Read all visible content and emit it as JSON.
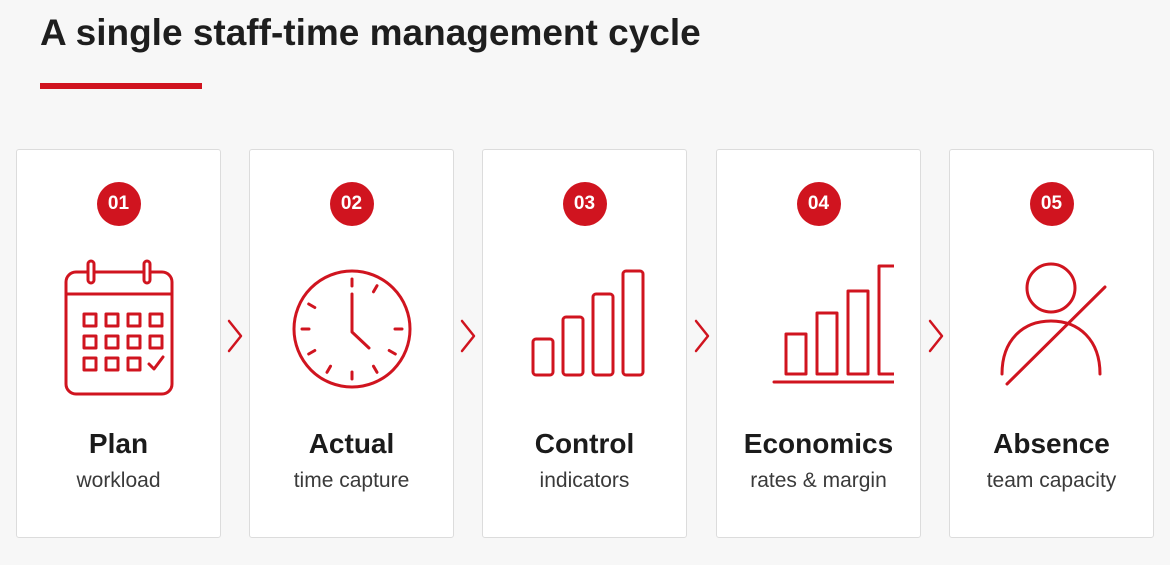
{
  "title": "A single staff-time management cycle",
  "colors": {
    "accent": "#d0141f",
    "card_bg": "#ffffff",
    "page_bg": "#f7f7f7",
    "text": "#1b1b1b"
  },
  "steps": [
    {
      "number": "01",
      "label": "Plan",
      "sublabel": "workload",
      "icon": "calendar-icon"
    },
    {
      "number": "02",
      "label": "Actual",
      "sublabel": "time capture",
      "icon": "clock-icon"
    },
    {
      "number": "03",
      "label": "Control",
      "sublabel": "indicators",
      "icon": "bar-chart-icon"
    },
    {
      "number": "04",
      "label": "Economics",
      "sublabel": "rates & margin",
      "icon": "bar-chart-baseline-icon"
    },
    {
      "number": "05",
      "label": "Absence",
      "sublabel": "team capacity",
      "icon": "person-crossed-icon"
    }
  ]
}
